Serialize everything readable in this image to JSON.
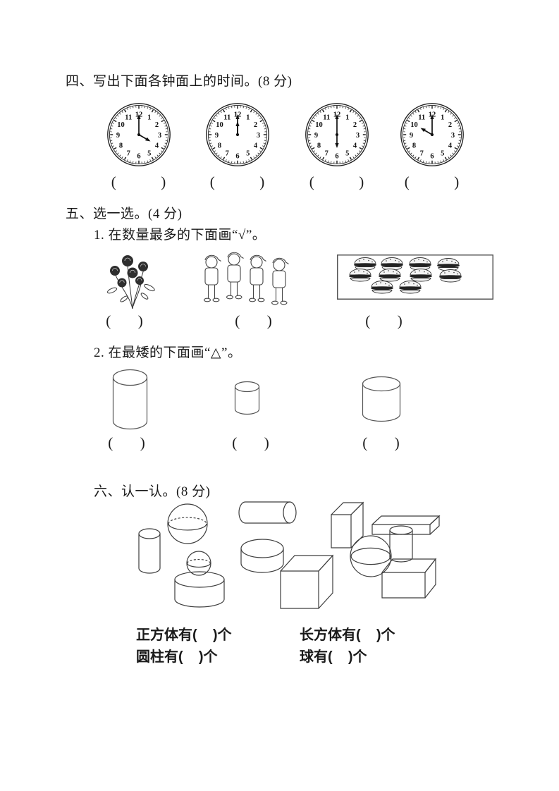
{
  "page": {
    "background": "#ffffff",
    "ink": "#1a1a1a"
  },
  "section4": {
    "title": "四、写出下面各钟面上的时间。(8 分)",
    "clocks": [
      {
        "name": "clock-1",
        "time_shown": "4:00",
        "hour": 4,
        "minute": 0
      },
      {
        "name": "clock-2",
        "time_shown": "12:00",
        "hour": 12,
        "minute": 0
      },
      {
        "name": "clock-3",
        "time_shown": "6:00",
        "hour": 6,
        "minute": 0
      },
      {
        "name": "clock-4",
        "time_shown": "10:00",
        "hour": 10,
        "minute": 0
      }
    ],
    "blank": "(          )"
  },
  "section5": {
    "title": "五、选一选。(4 分)",
    "q1": {
      "text": "1. 在数量最多的下面画“√”。",
      "items": [
        {
          "name": "flowers-image",
          "depicts": "bunch of dark flowers"
        },
        {
          "name": "children-image",
          "depicts": "four children standing in a line",
          "count": 4
        },
        {
          "name": "hamburgers-image",
          "depicts": "hamburgers inside a box",
          "count": 10
        }
      ],
      "blank": "(      )"
    },
    "q2": {
      "text": "2. 在最矮的下面画“△”。",
      "items": [
        {
          "name": "cylinder-tall"
        },
        {
          "name": "cylinder-short"
        },
        {
          "name": "cylinder-medium"
        }
      ],
      "blank": "(      )"
    }
  },
  "section6": {
    "title": "六、认一认。(8 分)",
    "shapes": [
      {
        "type": "cylinder-vertical"
      },
      {
        "type": "sphere"
      },
      {
        "type": "cylinder-horizontal"
      },
      {
        "type": "sphere"
      },
      {
        "type": "cylinder-vertical-flat"
      },
      {
        "type": "cylinder-vertical-wide"
      },
      {
        "type": "cube"
      },
      {
        "type": "cuboid-tall"
      },
      {
        "type": "cuboid-flat-long"
      },
      {
        "type": "sphere"
      },
      {
        "type": "cylinder-vertical"
      },
      {
        "type": "cuboid"
      }
    ],
    "answers": [
      "正方体有(    )个",
      "长方体有(    )个",
      "圆柱有(    )个",
      "球有(    )个"
    ]
  }
}
